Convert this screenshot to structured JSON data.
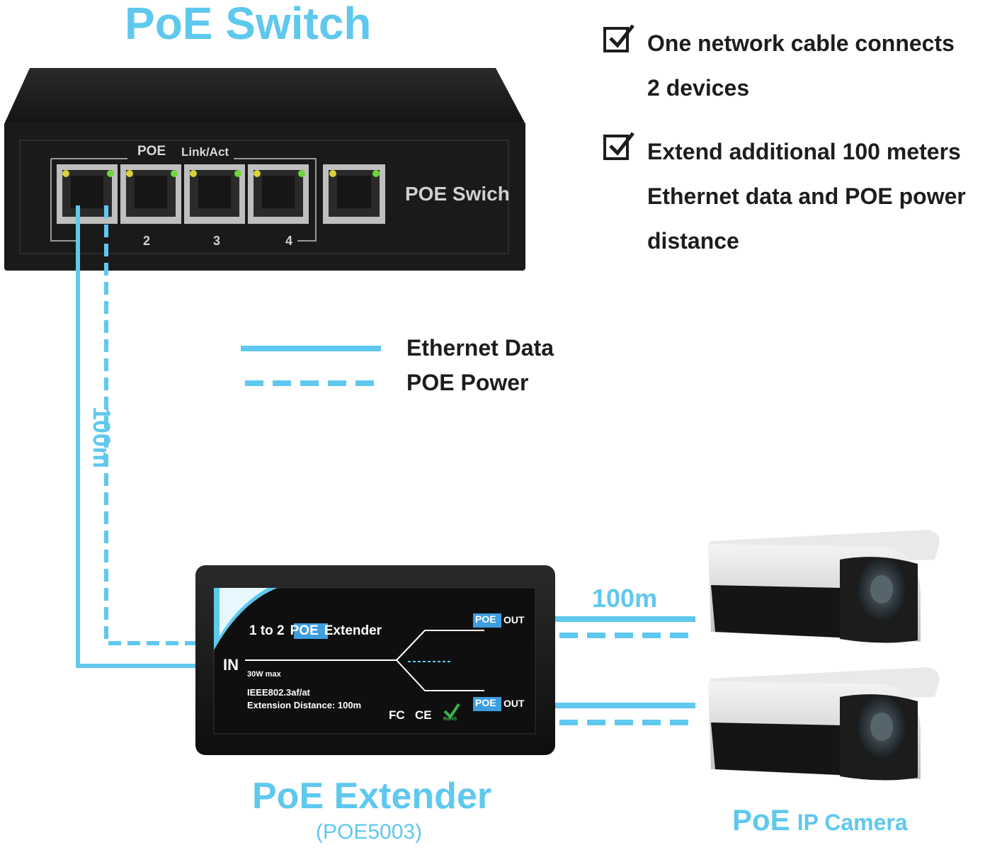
{
  "switch_title": "PoE Switch",
  "features": [
    {
      "icon": "checkbox-checked-icon",
      "lines": [
        "One network cable connects",
        "2 devices"
      ]
    },
    {
      "icon": "checkbox-checked-icon",
      "lines": [
        "Extend additional 100 meters",
        "Ethernet data and POE power",
        "distance"
      ]
    }
  ],
  "switch_device": {
    "label_poe": "POE",
    "label_link": "Link/Act",
    "port_numbers": [
      "2",
      "3",
      "4"
    ],
    "brand_text": "POE Swich"
  },
  "legend": {
    "data_label": "Ethernet Data",
    "power_label": "POE Power"
  },
  "distance_vertical": "100m",
  "distance_horizontal": "100m",
  "extender_device": {
    "title_prefix": "1 to 2",
    "title_poe": "POE",
    "title_suffix": "Extender",
    "in_label": "IN",
    "out_poe": "POE",
    "out_label": "OUT",
    "max_power": "30W max",
    "standard": "IEEE802.3af/at",
    "distance": "Extension Distance: 100m",
    "cert_fc": "FC",
    "cert_ce": "CE",
    "cert_rohs": "RoHS"
  },
  "extender_title": "PoE Extender",
  "extender_model": "(POE5003)",
  "camera_title_prefix": "PoE",
  "camera_title_suffix": "IP Camera",
  "colors": {
    "accent_blue": "#5fc8ee",
    "device_black": "#1b1b1b",
    "text_dark": "#1d1d1d"
  }
}
